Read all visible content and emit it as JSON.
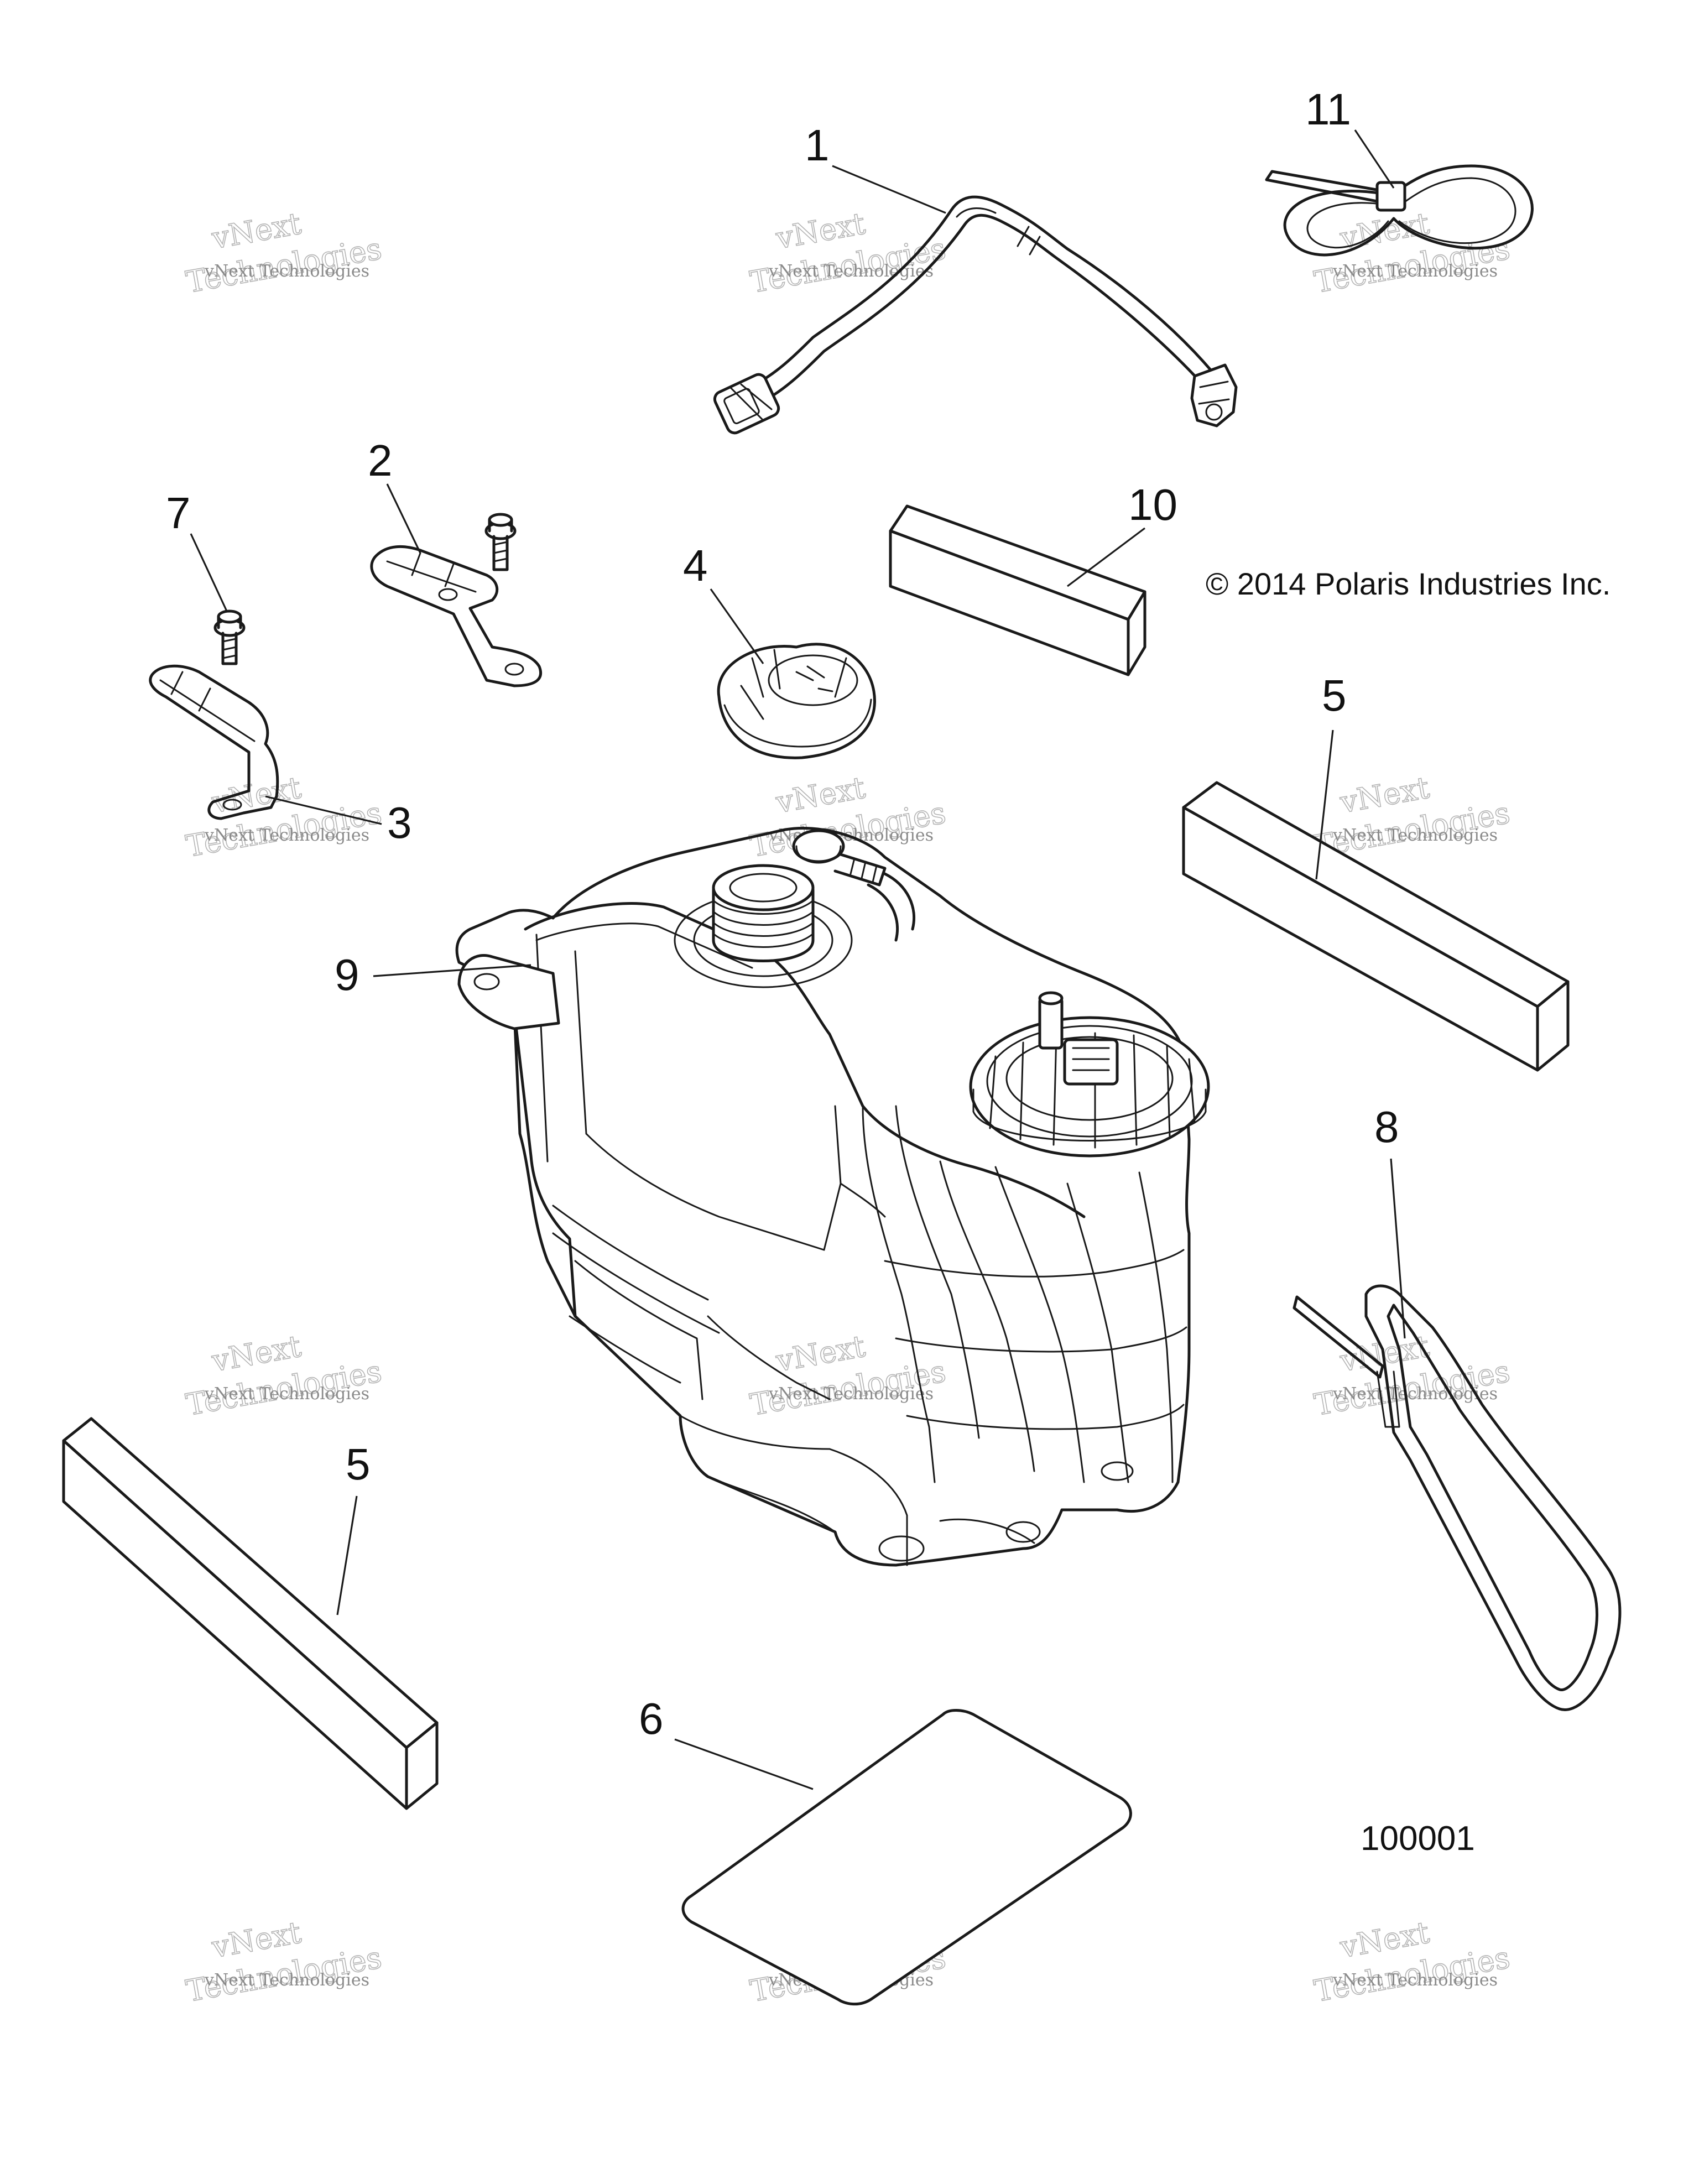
{
  "callouts": {
    "c1": "1",
    "c2": "2",
    "c3": "3",
    "c4": "4",
    "c5a": "5",
    "c5b": "5",
    "c6": "6",
    "c7": "7",
    "c8": "8",
    "c9": "9",
    "c10": "10",
    "c11": "11"
  },
  "copyright": "© 2014 Polaris Industries Inc.",
  "figure_number": "100001",
  "watermark": {
    "line1": "vNext Technologies",
    "big_top": "vNext",
    "big_bottom": "Technologies"
  }
}
